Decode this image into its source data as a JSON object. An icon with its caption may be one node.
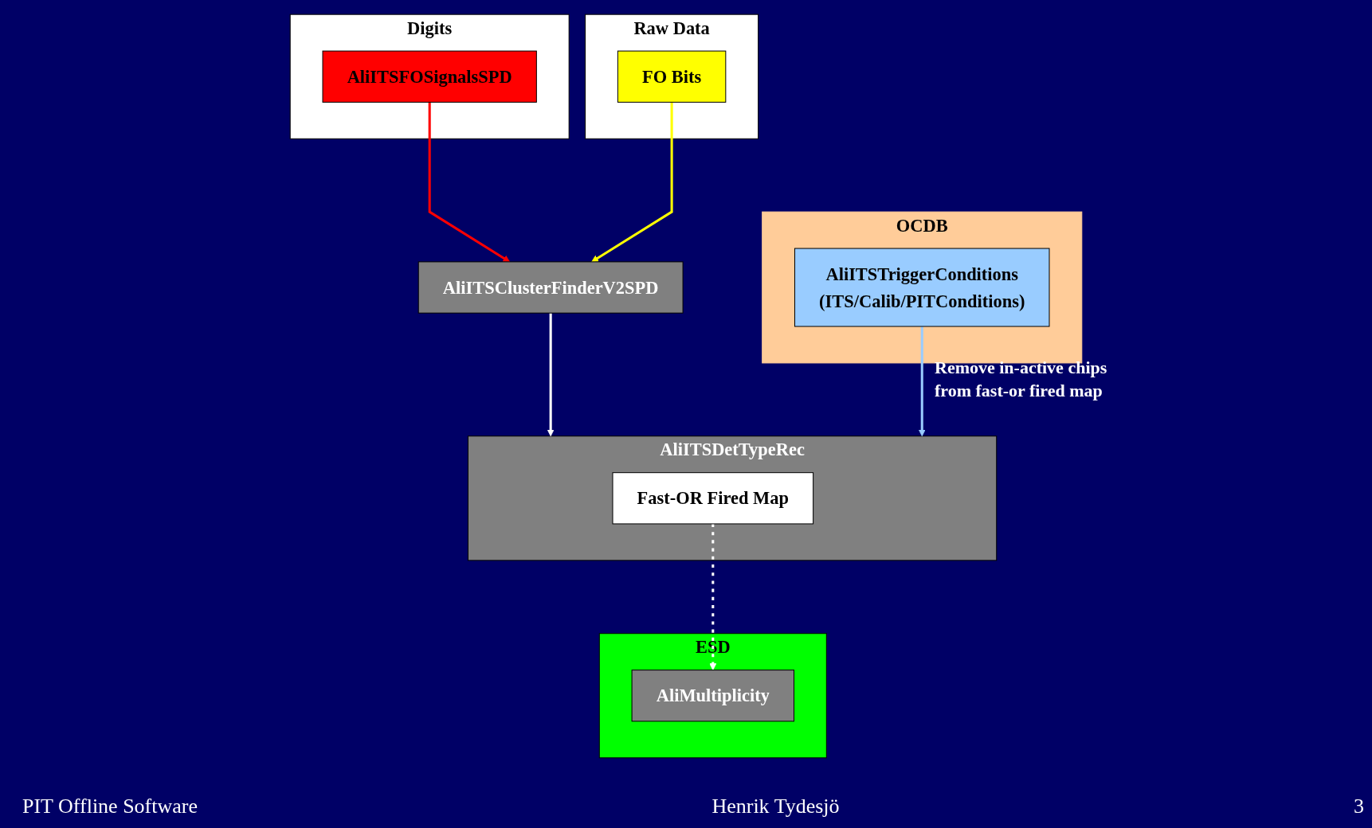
{
  "diagram": {
    "nodes": [
      {
        "text": [
          "Digits"
        ]
      },
      {
        "text": [
          "AliITSFOSignalsSPD"
        ],
        "in": 0
      },
      {
        "text": [
          "Raw Data"
        ]
      },
      {
        "text": [
          "FO Bits"
        ],
        "in": 2
      },
      {
        "text": [
          "AliITSClusterFinderV2SPD"
        ]
      },
      {
        "text": [
          "AliITSDetTypeRec"
        ]
      },
      {
        "text": [
          "Fast-OR Fired Map"
        ],
        "in": 5
      },
      {
        "text": [
          "OCDB"
        ]
      },
      {
        "text": [
          "AliITSTriggerConditions",
          "(ITS/Calib/PITConditions)"
        ],
        "in": 7
      },
      {
        "text": [
          "ESD"
        ]
      },
      {
        "text": [
          "AliMultiplicity"
        ],
        "in": 9
      }
    ],
    "edges": [
      {
        "from": 1,
        "to": 4,
        "arrow": "to",
        "color": "#ff0000"
      },
      {
        "from": 3,
        "to": 4,
        "arrow": "to",
        "color": "#ffff00"
      },
      {
        "from": 4,
        "to": 5,
        "arrow": "to",
        "color": "#ffffff"
      },
      {
        "from": 8,
        "to": 5,
        "arrow": "to",
        "label": "Remove in-active chips from fast-or fired map",
        "color": "#99ccff"
      },
      {
        "from": 6,
        "to": 10,
        "arrow": "to",
        "style": "dashed",
        "color": "#ffffff"
      }
    ],
    "labels": [
      "PIT Offline Software",
      "Henrik Tydesjö",
      "3"
    ]
  }
}
